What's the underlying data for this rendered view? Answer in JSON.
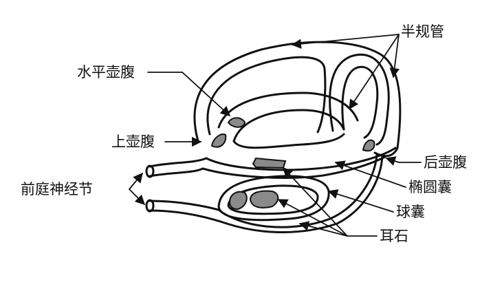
{
  "labels": {
    "semicircular_canals": "半规管",
    "horizontal_ampulla": "水平壶腹",
    "superior_ampulla": "上壶腹",
    "posterior_ampulla": "后壶腹",
    "vestibular_ganglion": "前庭神经节",
    "utricle": "椭圆囊",
    "saccule": "球囊",
    "otolith": "耳石"
  },
  "colors": {
    "outline": "#111111",
    "sensory_patch": "#8a8a8a",
    "background": "#ffffff"
  }
}
